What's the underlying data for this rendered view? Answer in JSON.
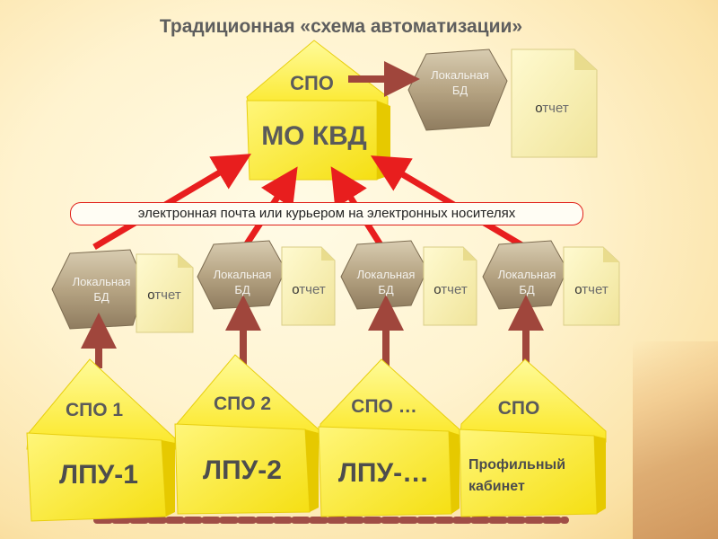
{
  "title": "Традиционная «схема автоматизации»",
  "top": {
    "spo": "СПО",
    "unit": "МО КВД",
    "db_line1": "Локальная",
    "db_line2": "БД",
    "report": "отчет"
  },
  "channel_label": "электронная почта или курьером на электронных носителях",
  "nodes": [
    {
      "db_line1": "Локальная",
      "db_line2": "БД",
      "report": "отчет",
      "spo": "СПО 1",
      "unit": "ЛПУ-1"
    },
    {
      "db_line1": "Локальная",
      "db_line2": "БД",
      "report": "отчет",
      "spo": "СПО 2",
      "unit": "ЛПУ-2"
    },
    {
      "db_line1": "Локальная",
      "db_line2": "БД",
      "report": "отчет",
      "spo": "СПО …",
      "unit": "ЛПУ-…"
    },
    {
      "db_line1": "Локальная",
      "db_line2": "БД",
      "report": "отчет",
      "spo": "СПО",
      "unit_line1": "Профильный",
      "unit_line2": "кабинет"
    }
  ],
  "colors": {
    "cheese": "#ffee3a",
    "cheese_shade": "#e0c400",
    "arrow_red": "#e81e1e",
    "arrow_brown": "#a0463c",
    "db_hex": "#b9a88a",
    "report": "#fbf3a9"
  }
}
